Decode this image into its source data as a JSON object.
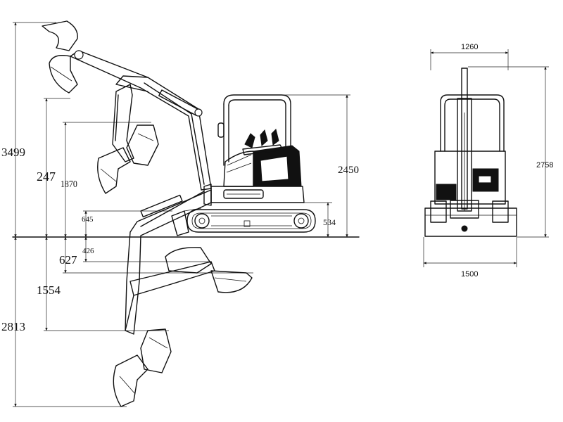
{
  "side_view": {
    "dims": {
      "max_dig_height": "3499",
      "max_dump_height": "247",
      "dump_height_2": "1870",
      "blade_lift": "645",
      "blade_depth": "426",
      "dig_depth_1": "627",
      "dig_depth_2": "1554",
      "max_dig_depth": "2813",
      "cab_height": "2450",
      "track_height": "534"
    }
  },
  "front_view": {
    "dims": {
      "top_width": "1260",
      "overall_height": "2758",
      "blade_width": "1500"
    }
  }
}
